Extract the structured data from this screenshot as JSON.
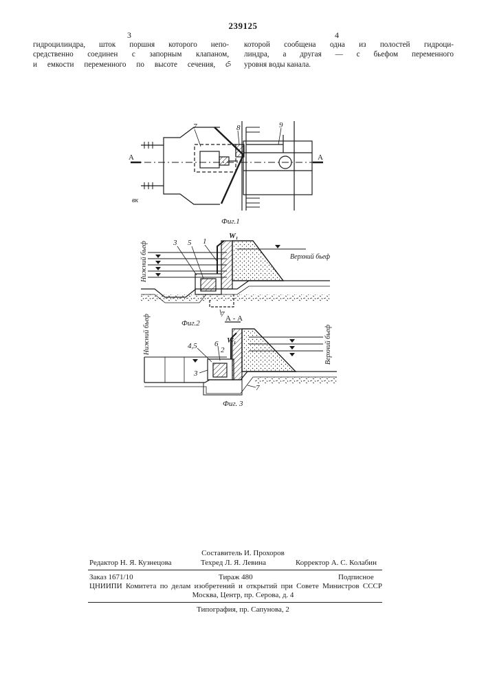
{
  "header": {
    "patent_number": "239125",
    "col_left_number": "3",
    "col_right_number": "4",
    "line_marker": "5"
  },
  "text": {
    "left_lines": [
      "гидроцилиндра, шток поршня которого непо-",
      "средственно соединен с запорным клапаном,",
      "и емкости переменного по высоте сечения, с"
    ],
    "right_lines": [
      "которой сообщена одна из полостей гидроци-",
      "линдра, а другая — с бьефом переменного",
      "уровня воды канала."
    ]
  },
  "figures": {
    "fig1": {
      "caption": "Фиг.1",
      "labels": [
        "7",
        "8",
        "9"
      ],
      "section_mark": "А",
      "arrow_mark": "вк"
    },
    "fig2": {
      "caption": "Фиг.2",
      "labels": [
        "3",
        "5",
        "1",
        "7"
      ],
      "level_label": "W₁",
      "lower_pool": "Нижний бьеф",
      "upper_pool": "Верхний бьеф"
    },
    "fig3": {
      "caption": "Фиг. 3",
      "section_title": "А - А",
      "labels": [
        "4,5",
        "6",
        "2",
        "3",
        "7"
      ],
      "level_label": "W₁",
      "lower_pool": "Нижний бьеф",
      "upper_pool": "Верхний бьеф"
    }
  },
  "footer": {
    "compiler": "Составитель И. Прохоров",
    "editor": "Редактор Н. Я. Кузнецова",
    "techred": "Техред Л. Я. Левина",
    "corrector": "Корректор А. С. Колабин",
    "order": "Заказ 1671/10",
    "circulation": "Тираж 480",
    "subscription": "Подписное",
    "institute_line1": "ЦНИИПИ Комитета по делам изобретений и открытий при Совете Министров СССР",
    "institute_line2": "Москва, Центр, пр. Серова, д. 4",
    "printing": "Типография, пр. Сапунова, 2"
  }
}
